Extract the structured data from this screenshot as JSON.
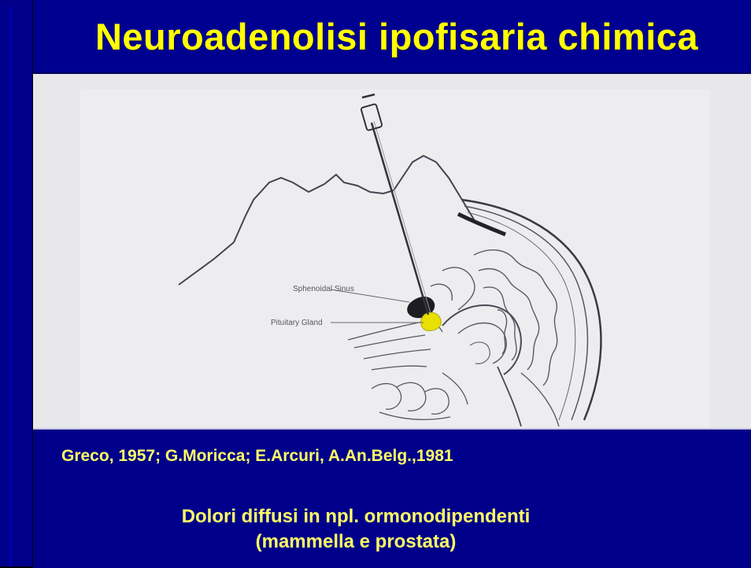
{
  "slide": {
    "title": "Neuroadenolisi ipofisaria chimica",
    "citation": "Greco, 1957;   G.Moricca; E.Arcuri, A.An.Belg.,1981",
    "description_line1": "Dolori diffusi in npl. ormonodipendenti",
    "description_line2": "(mammella e prostata)"
  },
  "figure": {
    "label_sinus": "Sphenoidal Sinus",
    "label_gland": "Pituitary Gland"
  },
  "colors": {
    "background": "#00008a",
    "title_text": "#ffff00",
    "caption_text": "#ffff66",
    "highlight": "#e8e000"
  }
}
